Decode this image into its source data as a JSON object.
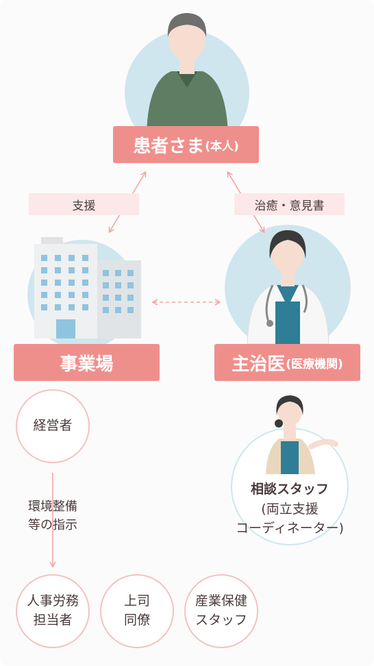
{
  "patient": {
    "label": "患者さま",
    "label_small": "(本人)"
  },
  "employer": {
    "label": "事業場"
  },
  "doctor": {
    "label": "主治医",
    "label_small": "(医療機関)"
  },
  "support_tag": "支援",
  "treatment_tag": "治癒・意見書",
  "manager": "経営者",
  "instructions": {
    "line1": "環境整備",
    "line2": "等の指示"
  },
  "coordinator": {
    "title": "相談スタッフ",
    "line2": "(両立支援",
    "line3": "コーディネーター)"
  },
  "staff": [
    {
      "line1": "人事労務",
      "line2": "担当者"
    },
    {
      "line1": "上司",
      "line2": "同僚"
    },
    {
      "line1": "産業保健",
      "line2": "スタッフ"
    }
  ],
  "colors": {
    "accent": "#ef8f8c",
    "tag_bg": "#fce8e8",
    "circle_bg": "#cfe6ee",
    "circle_border": "#f4c1c1"
  }
}
